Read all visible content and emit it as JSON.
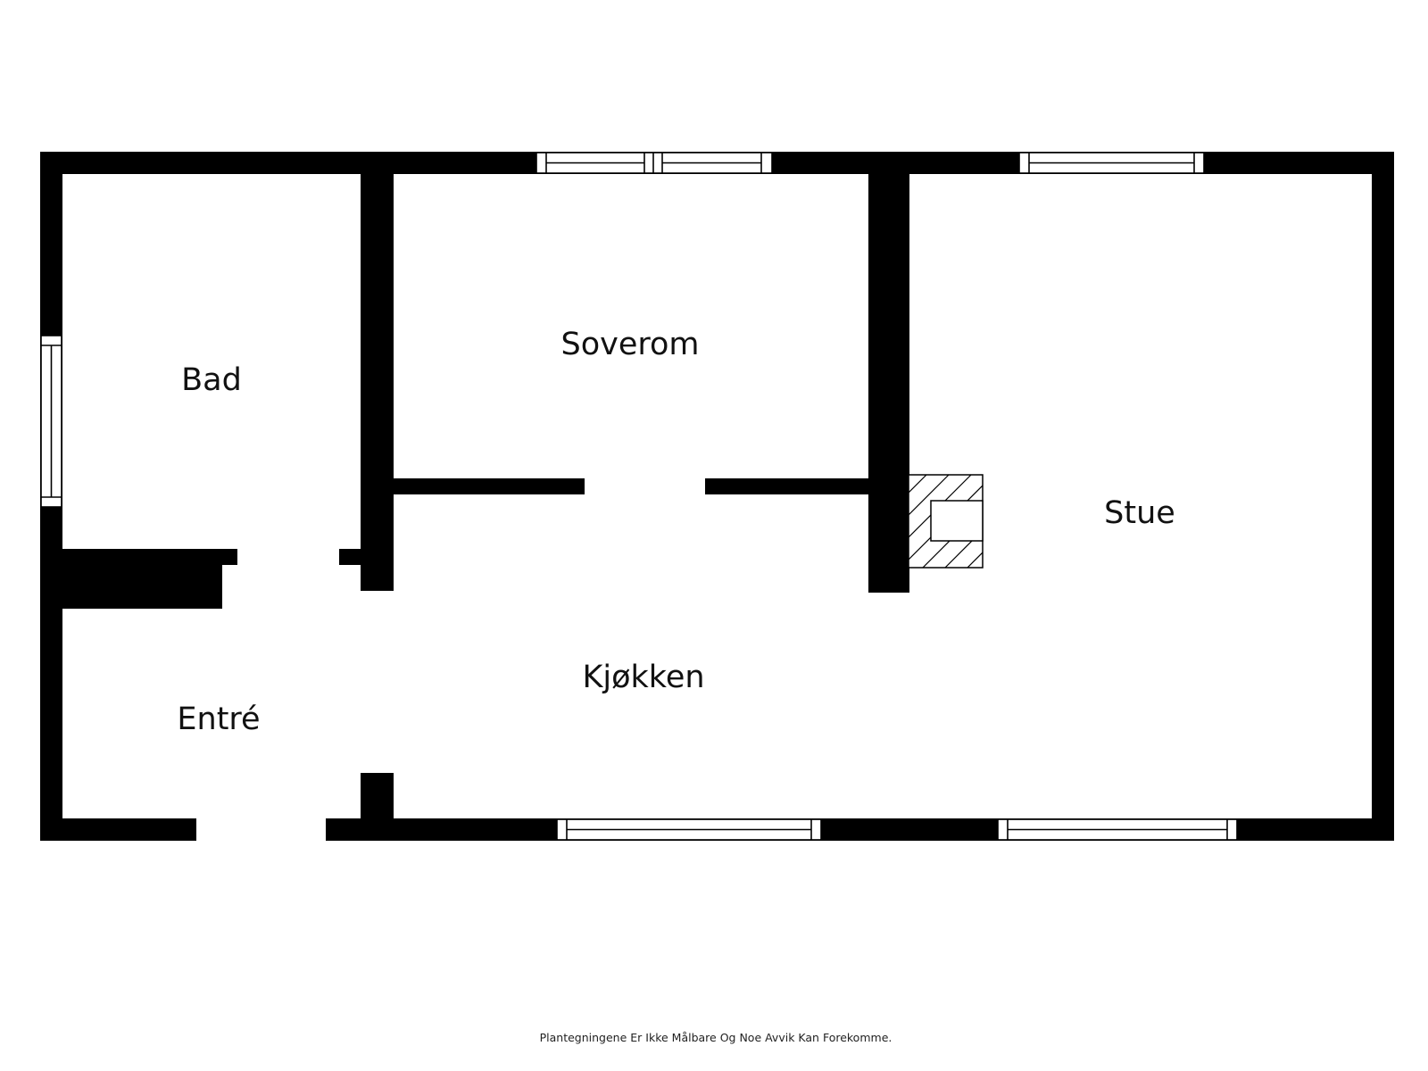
{
  "rooms": {
    "bad": "Bad",
    "soverom": "Soverom",
    "stue": "Stue",
    "kjokken": "Kjøkken",
    "entre": "Entré"
  },
  "footer": {
    "note": "Plantegningene Er Ikke Målbare Og Noe Avvik Kan Forekomme."
  },
  "colors": {
    "wall": "#000000",
    "background": "#ffffff"
  },
  "icons": {
    "fireplace": "fireplace-icon"
  }
}
